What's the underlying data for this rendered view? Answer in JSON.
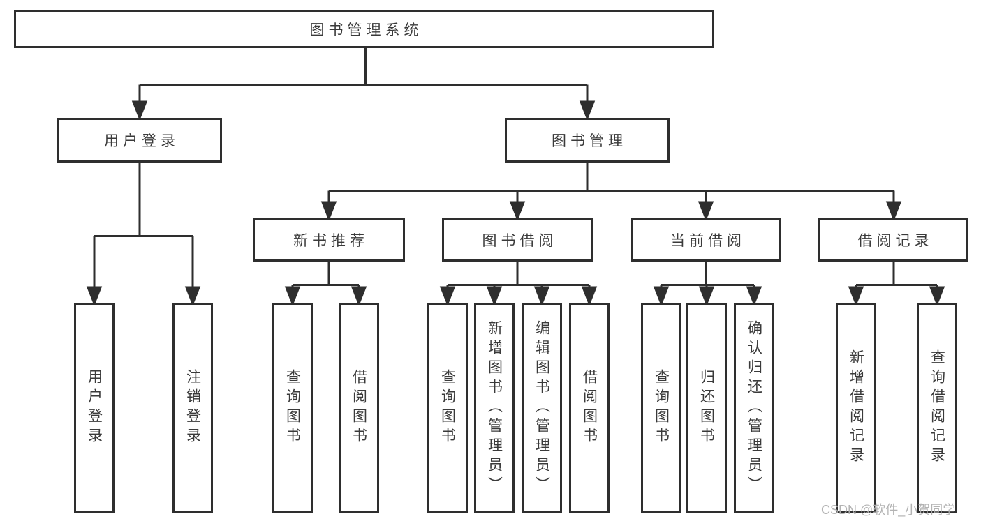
{
  "diagram_type": "hierarchy-flowchart",
  "tree": {
    "label": "图书管理系统",
    "children": [
      {
        "label": "用户登录",
        "children": [
          {
            "label": "用户登录"
          },
          {
            "label": "注销登录"
          }
        ]
      },
      {
        "label": "图书管理",
        "children": [
          {
            "label": "新书推荐",
            "children": [
              {
                "label": "查询图书"
              },
              {
                "label": "借阅图书"
              }
            ]
          },
          {
            "label": "图书借阅",
            "children": [
              {
                "label": "查询图书"
              },
              {
                "label": "新增图书（管理员）"
              },
              {
                "label": "编辑图书（管理员）"
              },
              {
                "label": "借阅图书"
              }
            ]
          },
          {
            "label": "当前借阅",
            "children": [
              {
                "label": "查询图书"
              },
              {
                "label": "归还图书"
              },
              {
                "label": "确认归还（管理员）"
              }
            ]
          },
          {
            "label": "借阅记录",
            "children": [
              {
                "label": "新增借阅记录"
              },
              {
                "label": "查询借阅记录"
              }
            ]
          }
        ]
      }
    ]
  },
  "watermark": {
    "text": "CSDN @软件_小贺同学"
  },
  "colors": {
    "line": "#2e2e2e",
    "box_border": "#2e2e2e",
    "text": "#3a3a3a",
    "background": "#ffffff",
    "watermark": "#afafaf"
  }
}
